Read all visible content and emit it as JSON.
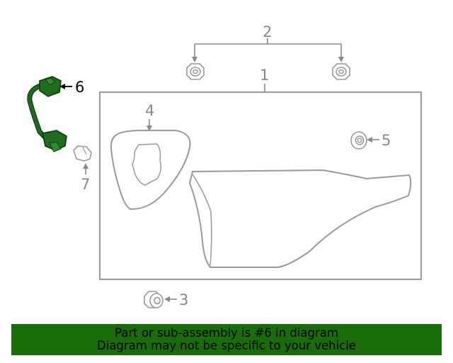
{
  "colors": {
    "highlight": "#1f6b1f",
    "highlight_stroke": "#0f3a0f",
    "outline": "#999999",
    "callout": "#888888",
    "banner_bg": "#1a6b0a"
  },
  "callouts": {
    "c1": "1",
    "c2": "2",
    "c3": "3",
    "c4": "4",
    "c5": "5",
    "c6": "6",
    "c7": "7"
  },
  "banner": {
    "line1": "Part or sub-assembly is #6 in diagram",
    "line2": "Diagram may not be specific to your vehicle"
  }
}
